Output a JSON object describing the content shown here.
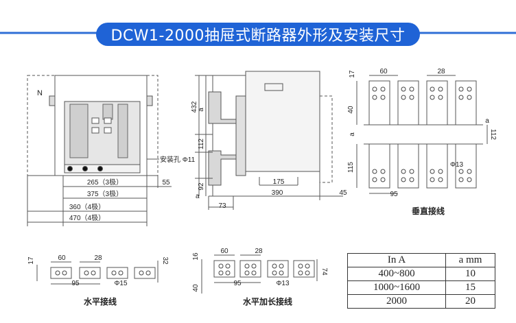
{
  "title": "DCW1-2000抽屉式断路器外形及安装尺寸",
  "front_view": {
    "marker_n": "N",
    "mount_hole": "安装孔 Φ11",
    "dims": {
      "d265": "265（3极）",
      "d55": "55",
      "d375": "375（3极）",
      "d360": "360（4极）",
      "d470": "470（4极）"
    }
  },
  "side_view": {
    "dims": {
      "d432": "432",
      "d112": "112",
      "d92": "92",
      "a": "a",
      "d73": "73",
      "d175": "175",
      "d390": "390",
      "d45": "45"
    }
  },
  "vertical_wiring": {
    "label": "垂直接线",
    "dims": {
      "d17": "17",
      "d60": "60",
      "d28": "28",
      "d40": "40",
      "a_top": "a",
      "d112": "112",
      "a_left": "a",
      "d115": "115",
      "phi13": "Φ13",
      "d95": "95"
    }
  },
  "horizontal_wiring": {
    "label": "水平接线",
    "dims": {
      "d17": "17",
      "d60": "60",
      "d28": "28",
      "d32": "32",
      "d95": "95",
      "phi15": "Φ15"
    }
  },
  "horizontal_extended_wiring": {
    "label": "水平加长接线",
    "dims": {
      "d16": "16",
      "d60": "60",
      "d28": "28",
      "d74": "74",
      "d40": "40",
      "d95": "95",
      "phi13": "Φ13"
    }
  },
  "spec_table": {
    "header": [
      "In  A",
      "a  mm"
    ],
    "rows": [
      [
        "400~800",
        "10"
      ],
      [
        "1000~1600",
        "15"
      ],
      [
        "2000",
        "20"
      ]
    ]
  }
}
